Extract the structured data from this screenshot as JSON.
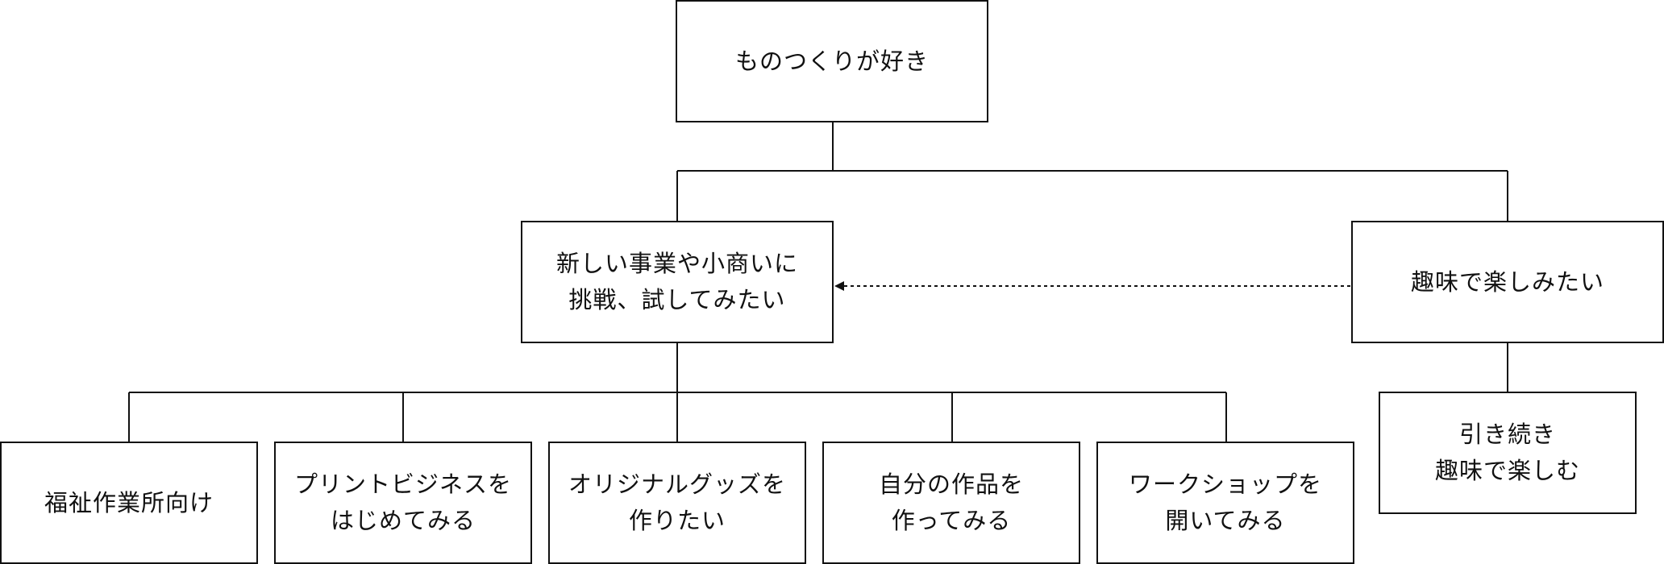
{
  "diagram": {
    "root": {
      "label": [
        "ものつくりが好き"
      ]
    },
    "business": {
      "label": [
        "新しい事業や小商いに",
        "挑戦、試してみたい"
      ]
    },
    "hobby": {
      "label": [
        "趣味で楽しみたい"
      ]
    },
    "continue_hobby": {
      "label": [
        "引き続き",
        "趣味で楽しむ"
      ]
    },
    "welfare": {
      "label": [
        "福祉作業所向け"
      ]
    },
    "print_business": {
      "label": [
        "プリントビジネスを",
        "はじめてみる"
      ]
    },
    "original_goods": {
      "label": [
        "オリジナルグッズを",
        "作りたい"
      ]
    },
    "own_works": {
      "label": [
        "自分の作品を",
        "作ってみる"
      ]
    },
    "workshop": {
      "label": [
        "ワークショップを",
        "開いてみる"
      ]
    }
  }
}
